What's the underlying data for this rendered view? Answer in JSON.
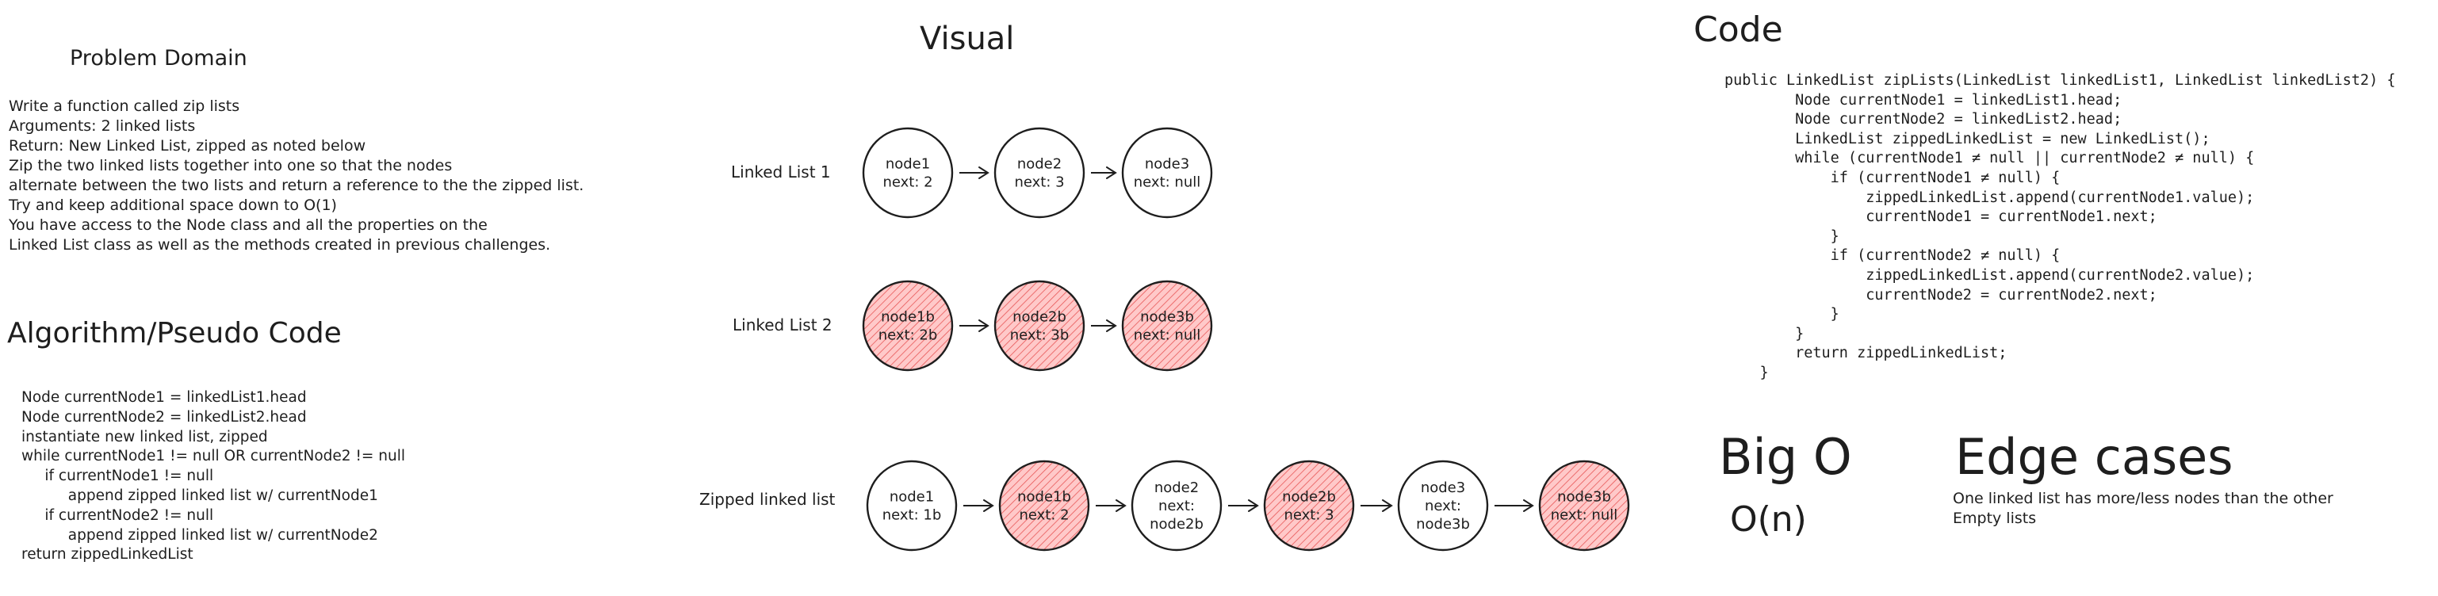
{
  "problem": {
    "title": "Problem Domain",
    "lines": [
      "Write a function called zip lists",
      "Arguments: 2 linked lists",
      "Return: New Linked List, zipped as noted below",
      "Zip the two linked lists together into one so that the nodes",
      "alternate between the two lists and return a reference to the the zipped list.",
      "Try and keep additional space down to O(1)",
      "You have access to the Node class and all the properties on the",
      "Linked List class as well as the methods created in previous challenges."
    ]
  },
  "algorithm": {
    "title": "Algorithm/Pseudo Code",
    "lines": [
      "Node currentNode1 = linkedList1.head",
      "Node currentNode2 = linkedList2.head",
      "instantiate new linked list, zipped",
      "while currentNode1 != null OR currentNode2 != null",
      "     if currentNode1 != null",
      "          append zipped linked list w/ currentNode1",
      "     if currentNode2 != null",
      "          append zipped linked list w/ currentNode2",
      "return zippedLinkedList"
    ]
  },
  "visual": {
    "title": "Visual",
    "colors": {
      "plain_fill": "#ffffff",
      "hatched_fill": "#ffc9c9",
      "hatch_stroke": "#e03131",
      "stroke": "#1e1e1e"
    },
    "rows": [
      {
        "label": "Linked List 1",
        "nodes": [
          {
            "lines": [
              "node1",
              "next: 2"
            ],
            "style": "plain"
          },
          {
            "lines": [
              "node2",
              "next: 3"
            ],
            "style": "plain"
          },
          {
            "lines": [
              "node3",
              "next: null"
            ],
            "style": "plain"
          }
        ]
      },
      {
        "label": "Linked List 2",
        "nodes": [
          {
            "lines": [
              "node1b",
              "next: 2b"
            ],
            "style": "hatched"
          },
          {
            "lines": [
              "node2b",
              "next: 3b"
            ],
            "style": "hatched"
          },
          {
            "lines": [
              "node3b",
              "next: null"
            ],
            "style": "hatched"
          }
        ]
      },
      {
        "label": "Zipped linked list",
        "nodes": [
          {
            "lines": [
              "node1",
              "next: 1b"
            ],
            "style": "plain"
          },
          {
            "lines": [
              "node1b",
              "next: 2"
            ],
            "style": "hatched"
          },
          {
            "lines": [
              "node2",
              "next:",
              "node2b"
            ],
            "style": "plain"
          },
          {
            "lines": [
              "node2b",
              "next: 3"
            ],
            "style": "hatched"
          },
          {
            "lines": [
              "node3",
              "next:",
              "node3b"
            ],
            "style": "plain"
          },
          {
            "lines": [
              "node3b",
              "next: null"
            ],
            "style": "hatched"
          }
        ]
      }
    ]
  },
  "code": {
    "title": "Code",
    "lines": [
      "public LinkedList zipLists(LinkedList linkedList1, LinkedList linkedList2) {",
      "        Node currentNode1 = linkedList1.head;",
      "        Node currentNode2 = linkedList2.head;",
      "        LinkedList zippedLinkedList = new LinkedList();",
      "        while (currentNode1 ≠ null || currentNode2 ≠ null) {",
      "            if (currentNode1 ≠ null) {",
      "                zippedLinkedList.append(currentNode1.value);",
      "                currentNode1 = currentNode1.next;",
      "            }",
      "            if (currentNode2 ≠ null) {",
      "                zippedLinkedList.append(currentNode2.value);",
      "                currentNode2 = currentNode2.next;",
      "            }",
      "        }",
      "        return zippedLinkedList;",
      "    }"
    ]
  },
  "big_o": {
    "title": "Big O",
    "value": "O(n)"
  },
  "edge_cases": {
    "title": "Edge cases",
    "lines": [
      "One linked list has more/less nodes than the other",
      "Empty lists"
    ]
  }
}
